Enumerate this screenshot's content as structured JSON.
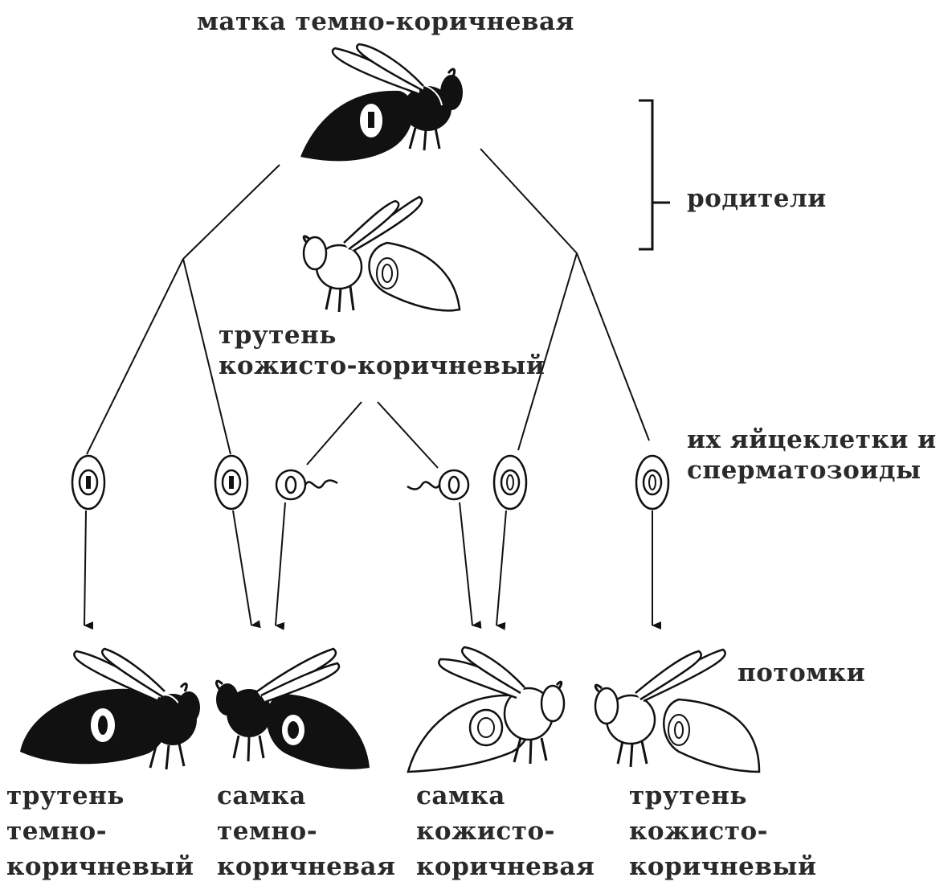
{
  "colors": {
    "ink": "#111111",
    "text": "#2a2a2a",
    "paper": "#ffffff"
  },
  "labels": {
    "queen": "матка темно-коричневая",
    "parents": "родители",
    "drone_lines": [
      "трутень",
      "кожисто-коричневый"
    ],
    "gametes_lines": [
      "их яйцеклетки и",
      "сперматозоиды"
    ],
    "offspring": "потомки"
  },
  "offspring": [
    {
      "lines": [
        "трутень",
        "темно-",
        "коричневый"
      ]
    },
    {
      "lines": [
        "самка",
        "темно-",
        "коричневая"
      ]
    },
    {
      "lines": [
        "самка",
        "кожисто-",
        "коричневая"
      ]
    },
    {
      "lines": [
        "трутень",
        "кожисто-",
        "коричневый"
      ]
    }
  ],
  "icons": {
    "queen": "dark-bee-icon",
    "drone": "light-bee-icon",
    "egg": "egg-cell-icon",
    "sperm": "sperm-cell-icon"
  }
}
